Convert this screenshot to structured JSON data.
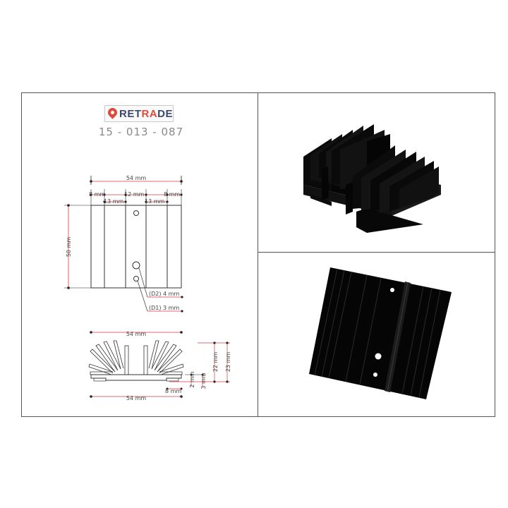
{
  "brand": {
    "prefix": "RET",
    "accent": "RA",
    "suffix": "DE"
  },
  "part_number": "15 - 013 - 087",
  "top_view": {
    "width": "54 mm",
    "height": "50 mm",
    "edge_left": "8 mm",
    "edge_right": "8 mm",
    "center": "12 mm",
    "fin_left": "13 mm",
    "fin_right": "13 mm",
    "hole_d2": "(D2) 4 mm",
    "hole_d1": "(D1) 3 mm"
  },
  "front_view": {
    "width_top": "54 mm",
    "width_bottom": "54 mm",
    "base_edge": "8 mm",
    "base_thickness": "2 mm",
    "base_step": "3 mm",
    "fin_height": "22 mm",
    "total_height": "23 mm"
  },
  "colors": {
    "brand_blue": "#3b4a6b",
    "brand_red": "#e04a3a",
    "dim_line": "#d23b3b",
    "part_gray": "#8a8a8a",
    "render_black": "#050505"
  }
}
